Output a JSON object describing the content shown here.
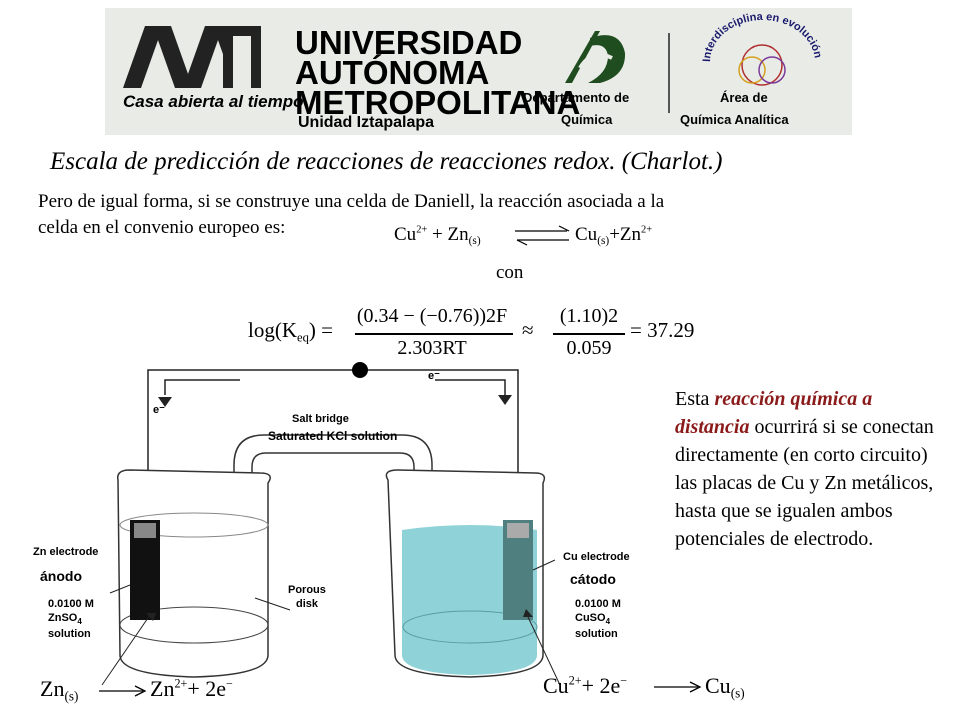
{
  "header": {
    "uni_line_1": "UNIVERSIDAD",
    "uni_line_2": "AUTÓNOMA",
    "uni_line_3": "METROPOLITANA",
    "motto": "Casa abierta al tiempo",
    "unit": "Unidad Iztapalapa",
    "dept_line_1": "Departamento de",
    "dept_line_2": "Química",
    "area_line_1": "Área de",
    "area_line_2": "Química Analítica",
    "arc_text": "Interdisciplina en evolución"
  },
  "title": "Escala de predicción de reacciones de reacciones redox. (Charlot.)",
  "paragraph": {
    "line_1": "Pero de igual forma, si se construye una celda de Daniell, la reacción asociada a la",
    "line_2": "celda en el convenio europeo es:"
  },
  "reaction_main": {
    "left": "Cu",
    "left_charge": "2+",
    "plus": "+ Zn",
    "state_s": "(s)",
    "right": "Cu",
    "right_tail": "+Zn",
    "right_charge": "2+"
  },
  "con": "con",
  "equation": {
    "lhs": "log(K",
    "lhs_sub": "eq",
    "lhs_end": ") =",
    "num1": "(0.34 − (−0.76))2F",
    "den1": "2.303RT",
    "approx": "≈",
    "num2": "(1.10)2",
    "den2": "0.059",
    "result": "= 37.29"
  },
  "side_text": {
    "pre": "Esta ",
    "em": "reacción química a distancia",
    "post": " ocurrirá si se conectan directamente (en corto circuito) las placas de Cu y Zn metálicos, hasta que se igualen ambos potenciales de electrodo."
  },
  "figure": {
    "salt_bridge": "Salt bridge",
    "kcl": "Saturated KCl solution",
    "porous_1": "Porous",
    "porous_2": "disk",
    "e_left": "e⁻",
    "e_top": "e⁻",
    "zn_electrode": "Zn electrode",
    "cu_electrode": "Cu electrode",
    "zn_conc": "0.0100 M",
    "zn_salt": "ZnSO",
    "zn_salt_sub": "4",
    "zn_sol": "solution",
    "cu_conc": "0.0100 M",
    "cu_salt": "CuSO",
    "cu_salt_sub": "4",
    "cu_sol": "solution",
    "anodo": "ánodo",
    "catodo": "cátodo"
  },
  "half_left": {
    "zn": "Zn",
    "state": "(s)",
    "zn2": "Zn",
    "charge": "2+",
    "tail": "+ 2e",
    "minus": "−"
  },
  "half_right": {
    "cu": "Cu",
    "charge": "2+",
    "tail": "+ 2e",
    "minus": "−",
    "cu2": "Cu",
    "state": "(s)"
  },
  "colors": {
    "solution_cu": "#8fd3d8",
    "highlight": "#8b1a1a",
    "banner_bg": "#e9ebe6"
  }
}
